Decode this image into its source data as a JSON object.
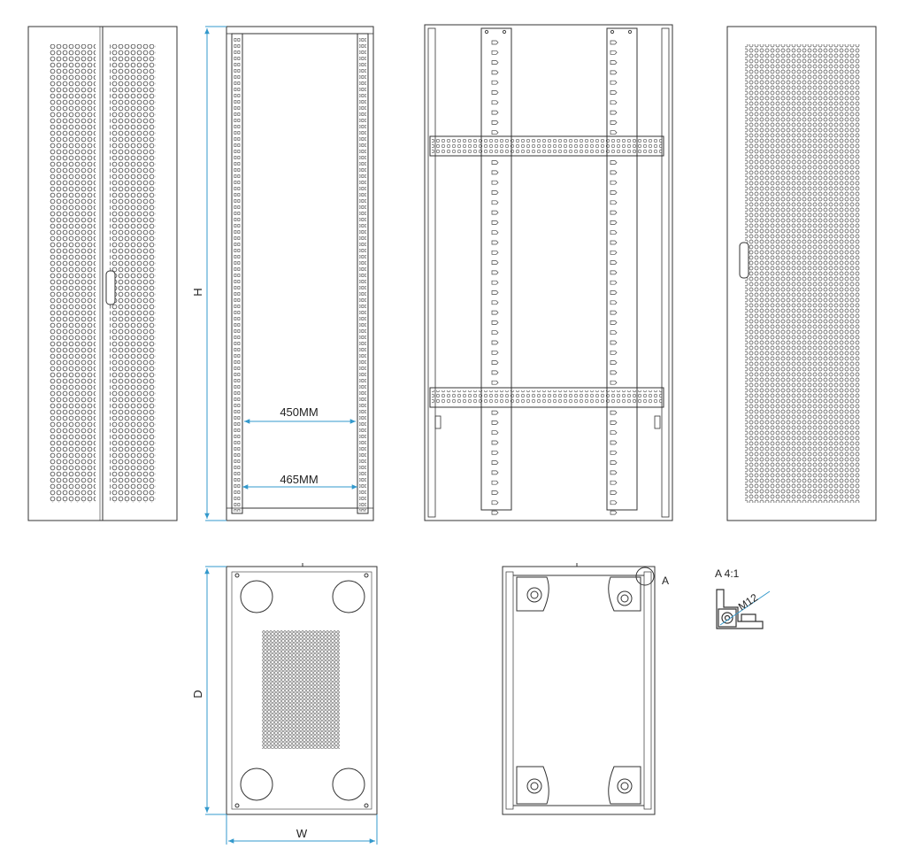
{
  "labels": {
    "height": "H",
    "inner_width": "450MM",
    "rail_width": "465MM",
    "depth": "D",
    "width": "W",
    "detail_marker": "A",
    "detail_scale": "A 4:1",
    "thread": "M12"
  },
  "colors": {
    "line": "#333333",
    "dimension": "#3399cc",
    "hole": "#444444"
  },
  "icons": {
    "door_handle": "door-handle-icon",
    "caster": "caster-icon",
    "fan_cutout": "fan-cutout-icon"
  }
}
